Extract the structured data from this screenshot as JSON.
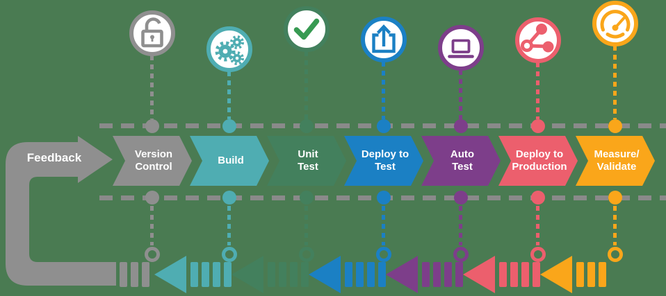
{
  "background_color": "#4a7b52",
  "dashed_line_color": "#8a8a8a",
  "feedback": {
    "label": "Feedback",
    "color": "#8f8f8f"
  },
  "stages": [
    {
      "label": "Version Control",
      "lines": [
        "Version",
        "Control"
      ],
      "color": "#8f8f8f",
      "icon": "unlock-icon"
    },
    {
      "label": "Build",
      "lines": [
        "Build"
      ],
      "color": "#4fadb2",
      "icon": "gears-icon"
    },
    {
      "label": "Unit Test",
      "lines": [
        "Unit",
        "Test"
      ],
      "color": "#43805d",
      "icon": "checkmark-icon",
      "check_color": "#379a52"
    },
    {
      "label": "Deploy to Test",
      "lines": [
        "Deploy to",
        "Test"
      ],
      "color": "#1b80c4",
      "icon": "upload-icon"
    },
    {
      "label": "Auto Test",
      "lines": [
        "Auto",
        "Test"
      ],
      "color": "#7d3e8a",
      "icon": "laptop-icon"
    },
    {
      "label": "Deploy to Production",
      "lines": [
        "Deploy to",
        "Production"
      ],
      "color": "#ec5f6d",
      "icon": "share-icon"
    },
    {
      "label": "Measure/Validate",
      "lines": [
        "Measure/",
        "Validate"
      ],
      "color": "#faa61a",
      "icon": "gauge-icon"
    }
  ]
}
